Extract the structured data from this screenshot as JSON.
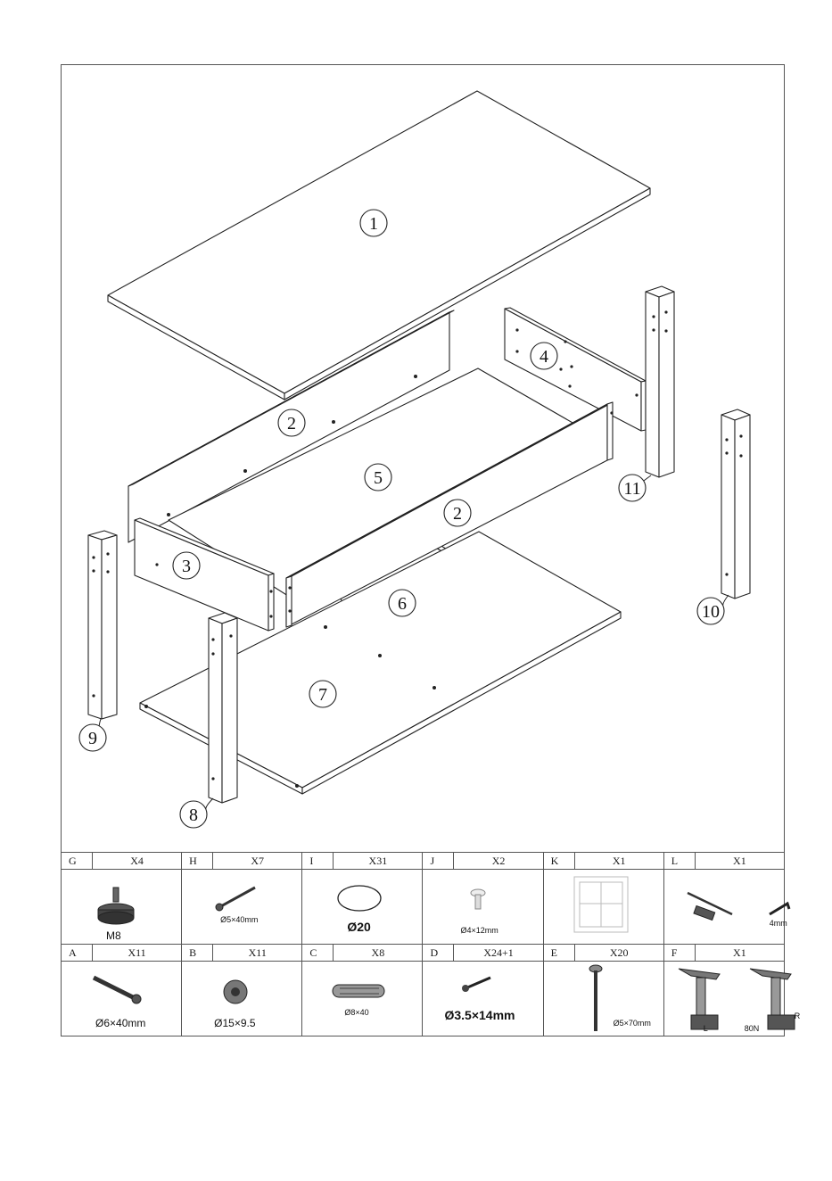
{
  "parts": [
    "1",
    "2",
    "2",
    "3",
    "4",
    "5",
    "6",
    "7",
    "8",
    "9",
    "10",
    "11"
  ],
  "hardware_row1": [
    {
      "code": "G",
      "qty": "X4",
      "label": "M8",
      "icon": "leveling-foot-icon"
    },
    {
      "code": "H",
      "qty": "X7",
      "label": "Ø5×40mm",
      "icon": "long-screw-icon"
    },
    {
      "code": "I",
      "qty": "X31",
      "label": "Ø20",
      "icon": "cover-cap-icon"
    },
    {
      "code": "J",
      "qty": "X2",
      "label": "Ø4×12mm",
      "icon": "small-screw-icon"
    },
    {
      "code": "K",
      "qty": "X1",
      "label": "",
      "icon": "sticker-sheet-icon"
    },
    {
      "code": "L",
      "qty": "X1",
      "label": "4mm",
      "icon": "tools-icon"
    }
  ],
  "hardware_row2": [
    {
      "code": "A",
      "qty": "X11",
      "label": "Ø6×40mm",
      "icon": "cam-bolt-icon"
    },
    {
      "code": "B",
      "qty": "X11",
      "label": "Ø15×9.5",
      "icon": "cam-lock-icon"
    },
    {
      "code": "C",
      "qty": "X8",
      "label": "Ø8×40",
      "icon": "wood-dowel-icon"
    },
    {
      "code": "D",
      "qty": "X24+1",
      "label": "Ø3.5×14mm",
      "icon": "wood-screw-icon"
    },
    {
      "code": "E",
      "qty": "X20",
      "label": "Ø5×70mm",
      "icon": "long-bolt-icon"
    },
    {
      "code": "F",
      "qty": "X1",
      "label": "80N",
      "icon": "lift-mechanism-icon",
      "left": "L",
      "right": "R"
    }
  ]
}
